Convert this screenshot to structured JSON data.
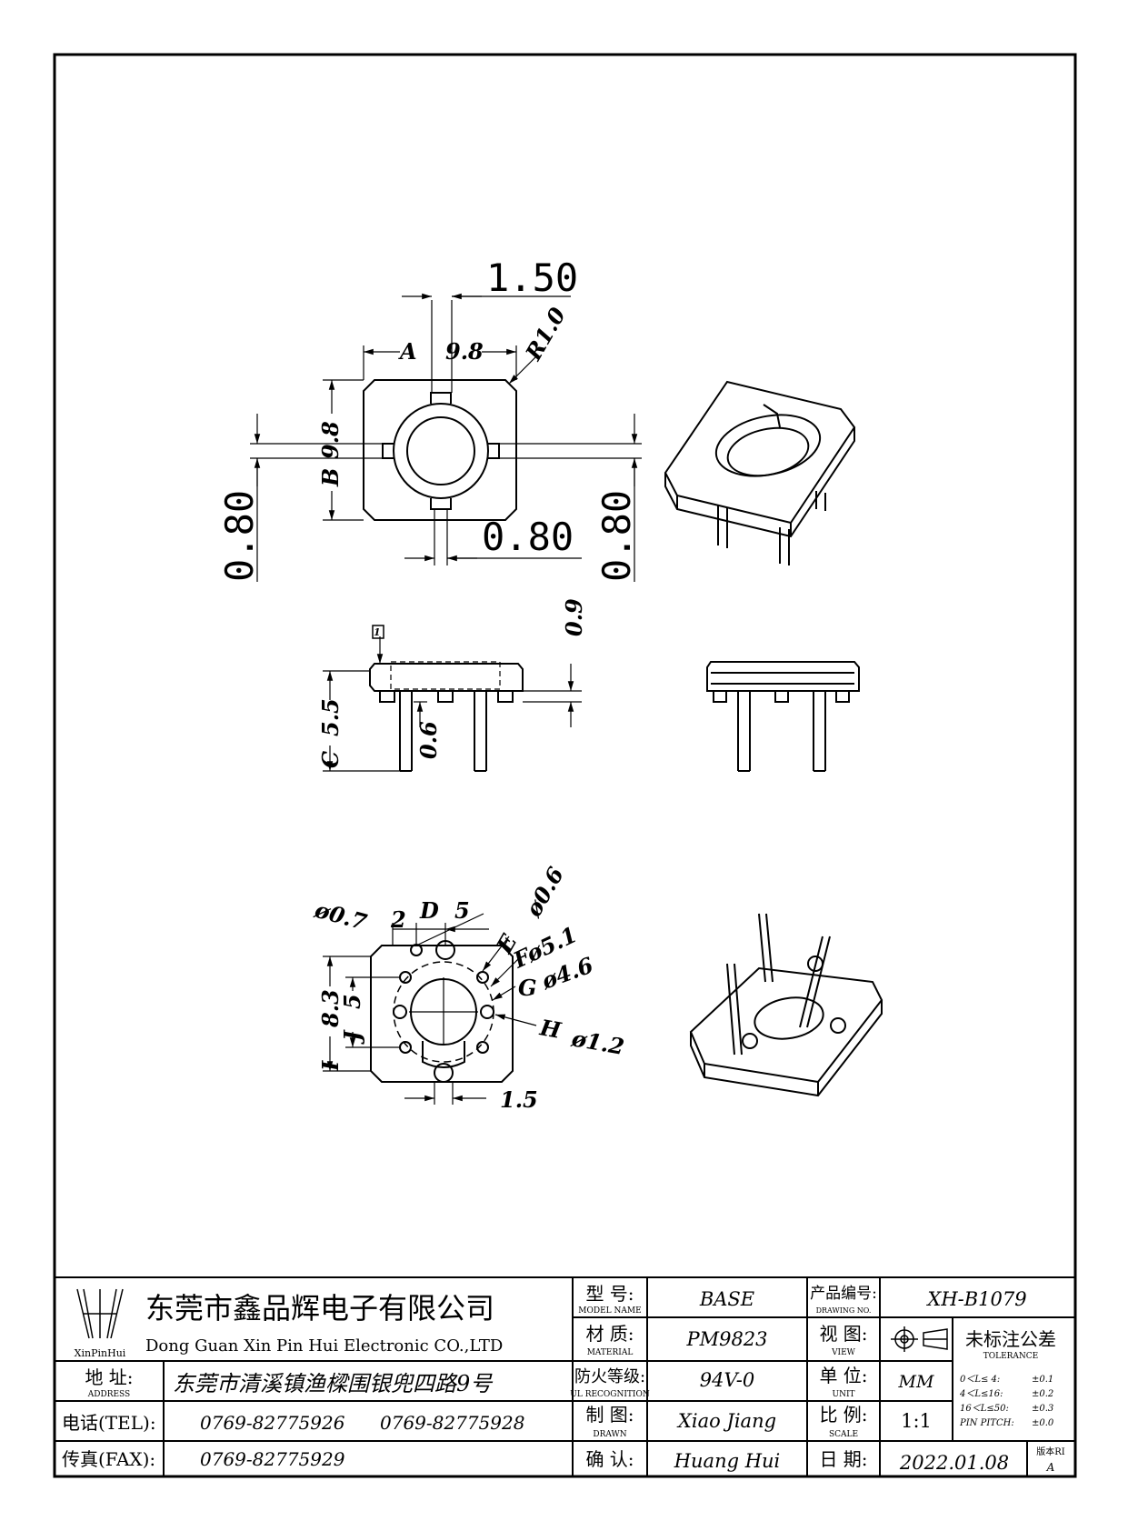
{
  "drawing": {
    "top_view": {
      "dim_pin_width": "1.50",
      "label_a": "A",
      "dim_a": "9.8",
      "corner_radius": "R1.0",
      "dim_b": "9.8",
      "label_b": "B",
      "dim_left": "0.80",
      "dim_bottom": "0.80",
      "dim_right": "0.80"
    },
    "side_view": {
      "marker": "1",
      "dim_top": "0.9",
      "dim_c": "5.5",
      "label_c": "C",
      "dim_mid": "0.6"
    },
    "bottom_view": {
      "dia_small": "ø0.7",
      "dim_2": "2",
      "label_d": "D",
      "dim_5_top": "5",
      "label_e": "E",
      "dia_e": "ø0.6",
      "label_f": "Fø5.1",
      "label_g": "G",
      "dia_g": "ø4.6",
      "label_h": "H",
      "dia_h": "ø1.2",
      "label_i": "I",
      "dim_i": "8.3",
      "label_j": "J",
      "dim_j": "5",
      "dim_bottom": "1.5"
    }
  },
  "title_block": {
    "logo_text": "XinPinHui",
    "company_cn": "东莞市鑫品辉电子有限公司",
    "company_en": "Dong Guan Xin Pin Hui Electronic CO.,LTD",
    "address_label": "地  址:",
    "address_label_en": "ADDRESS",
    "address": "东莞市清溪镇渔樑围银兜四路9号",
    "tel_label": "电话(TEL):",
    "tel1": "0769-82775926",
    "tel2": "0769-82775928",
    "fax_label": "传真(FAX):",
    "fax": "0769-82775929",
    "model_label": "型  号:",
    "model_label_en": "MODEL NAME",
    "model": "BASE",
    "material_label": "材  质:",
    "material_label_en": "MATERIAL",
    "material": "PM9823",
    "ul_label": "防火等级:",
    "ul_label_en": "UL RECOGNITION",
    "ul": "94V-0",
    "drawn_label": "制  图:",
    "drawn_label_en": "DRAWN",
    "drawn": "Xiao Jiang",
    "check_label": "确  认:",
    "checked": "Huang Hui",
    "drawing_no_label": "产品编号:",
    "drawing_no_label_en": "DRAWING NO.",
    "drawing_no": "XH-B1079",
    "view_label": "视  图:",
    "view_label_en": "VIEW",
    "tolerance_label": "未标注公差",
    "tolerance_label_en": "TOLERANCE",
    "unit_label": "单  位:",
    "unit_label_en": "UNIT",
    "unit": "MM",
    "scale_label": "比  例:",
    "scale_label_en": "SCALE",
    "scale": "1:1",
    "date_label": "日  期:",
    "date": "2022.01.08",
    "rev_label": "版本RI",
    "rev": "A",
    "tolerances": [
      {
        "range": "0＜L≤ 4:",
        "value": "±0.1"
      },
      {
        "range": "4＜L≤16:",
        "value": "±0.2"
      },
      {
        "range": "16＜L≤50:",
        "value": "±0.3"
      },
      {
        "range": "PIN PITCH:",
        "value": "±0.0"
      }
    ]
  }
}
